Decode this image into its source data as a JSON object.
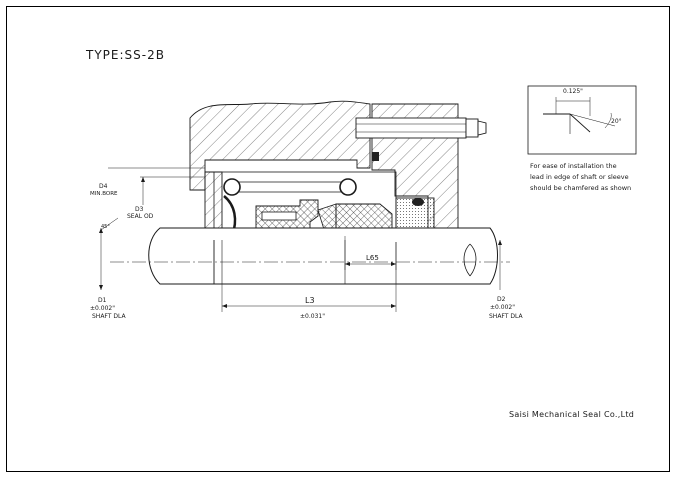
{
  "title": "TYPE:SS-2B",
  "labels": {
    "d4": "D4",
    "d4_sub": "MIN.BORE",
    "d3": "D3",
    "d3_sub": "SEAL OD",
    "d1": "D1",
    "d1_tol": "±0.002\"",
    "d1_sub": "SHAFT DLA",
    "d2": "D2",
    "d2_tol": "±0.002\"",
    "d2_sub": "SHAFT DLA",
    "l3": "L3",
    "l3_tol": "±0.031\"",
    "l65": "L65",
    "angle45": "45°"
  },
  "chamfer_detail": {
    "dim": "0.125\"",
    "angle": "20°",
    "note_lines": [
      "For ease of installation the",
      "lead in edge of shaft or sleeve",
      "should be chamfered as shown"
    ]
  },
  "company": "Saisi Mechanical Seal Co.,Ltd",
  "colors": {
    "line": "#1a1a1a",
    "background": "#ffffff"
  }
}
